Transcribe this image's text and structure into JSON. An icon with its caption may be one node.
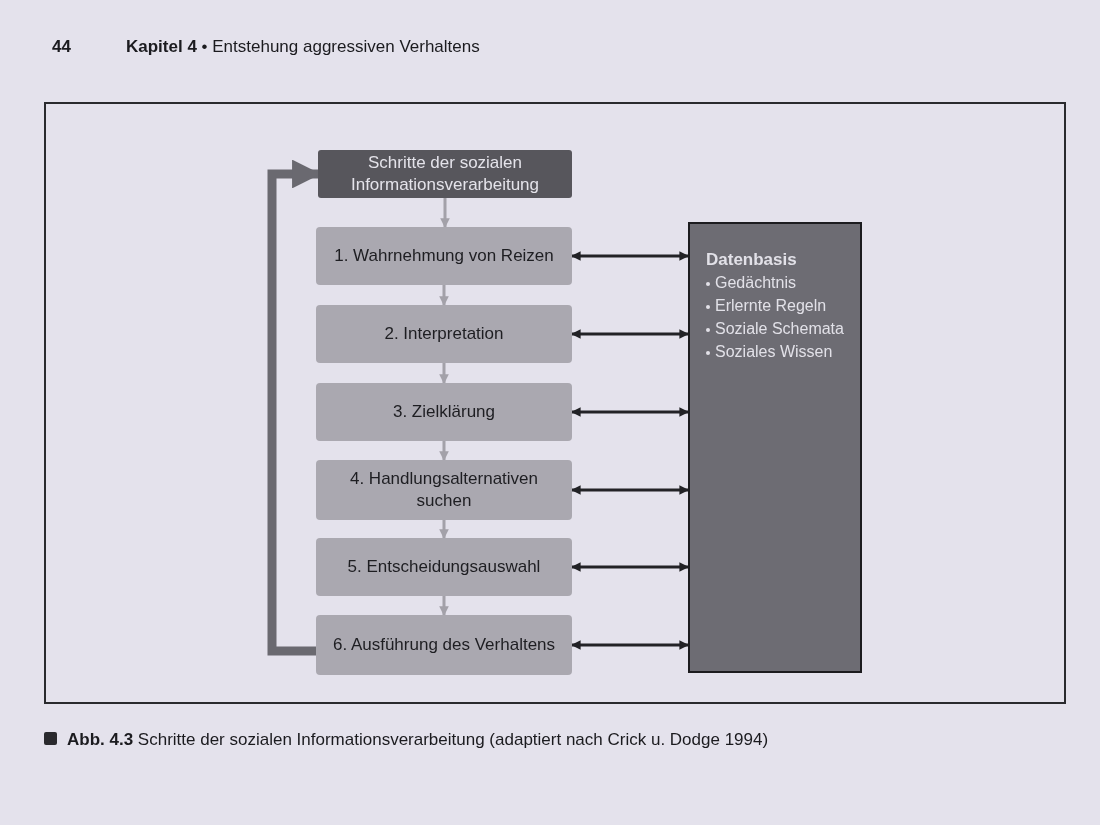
{
  "diagram": {
    "caption": "**Abb. 4.3** Schritte der sozialen Informationsverarbeitung (adaptiert nach Crick u. Dodge 1994)",
    "nodes": [
      {
        "text": [
          "Schritte der sozialen Informationsverarbeitung"
        ]
      },
      {
        "text": [
          "1. Wahrnehmung von Reizen"
        ]
      },
      {
        "text": [
          "2. Interpretation"
        ]
      },
      {
        "text": [
          "3. Zielklärung"
        ]
      },
      {
        "text": [
          "4. Handlungsalternativen suchen"
        ]
      },
      {
        "text": [
          "5. Entscheidungsauswahl"
        ]
      },
      {
        "text": [
          "6. Ausführung des Verhaltens"
        ]
      },
      {
        "text": [
          "Datenbasis",
          "Gedächtnis",
          "Erlernte Regeln",
          "Soziale Schemata",
          "Soziales Wissen"
        ]
      }
    ],
    "edges": [
      {
        "from": 0,
        "to": 1,
        "arrow": "to",
        "color": "#a3a1a9"
      },
      {
        "from": 1,
        "to": 2,
        "arrow": "to",
        "color": "#a3a1a9"
      },
      {
        "from": 2,
        "to": 3,
        "arrow": "to",
        "color": "#a3a1a9"
      },
      {
        "from": 3,
        "to": 4,
        "arrow": "to",
        "color": "#a3a1a9"
      },
      {
        "from": 4,
        "to": 5,
        "arrow": "to",
        "color": "#a3a1a9"
      },
      {
        "from": 5,
        "to": 6,
        "arrow": "to",
        "color": "#a3a1a9"
      },
      {
        "from": 6,
        "to": 0,
        "arrow": "to",
        "style": "thick",
        "color": "#6a6970"
      },
      {
        "from": 1,
        "to": 7,
        "arrow": "both",
        "color": "#222226"
      },
      {
        "from": 2,
        "to": 7,
        "arrow": "both",
        "color": "#222226"
      },
      {
        "from": 3,
        "to": 7,
        "arrow": "both",
        "color": "#222226"
      },
      {
        "from": 4,
        "to": 7,
        "arrow": "both",
        "color": "#222226"
      },
      {
        "from": 5,
        "to": 7,
        "arrow": "both",
        "color": "#222226"
      },
      {
        "from": 6,
        "to": 7,
        "arrow": "both",
        "color": "#222226"
      }
    ],
    "labels": [
      "44",
      "**Kapitel 4** • Entstehung aggressiven Verhaltens"
    ]
  }
}
